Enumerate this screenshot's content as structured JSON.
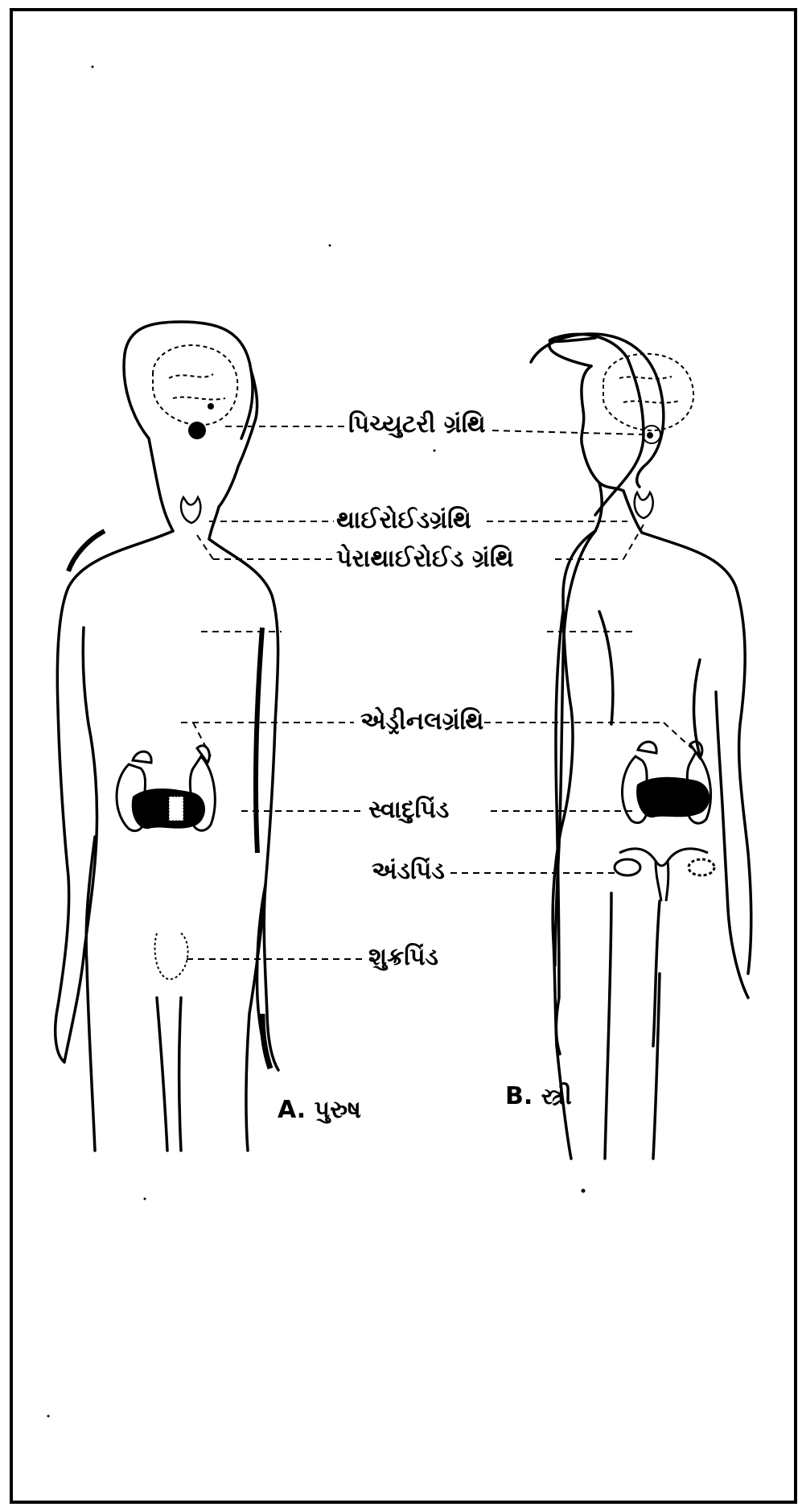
{
  "diagram": {
    "labels": {
      "pituitary": "પિચ્યુટરી ગ્રંથિ",
      "thyroid": "થાઈરોઈડગ્રંથિ",
      "parathyroid": "પેરાથાઈરોઈડ ગ્રંથિ",
      "adrenal": "એડ્રીનલગ્રંથિ",
      "pancreas": "સ્વાદુપિંડ",
      "ovary": "અંડપિંડ",
      "testis": "શુક્રપિંડ"
    },
    "figures": {
      "male_caption": "A. પુરુષ",
      "female_caption": "B. સ્ત્રી"
    }
  }
}
